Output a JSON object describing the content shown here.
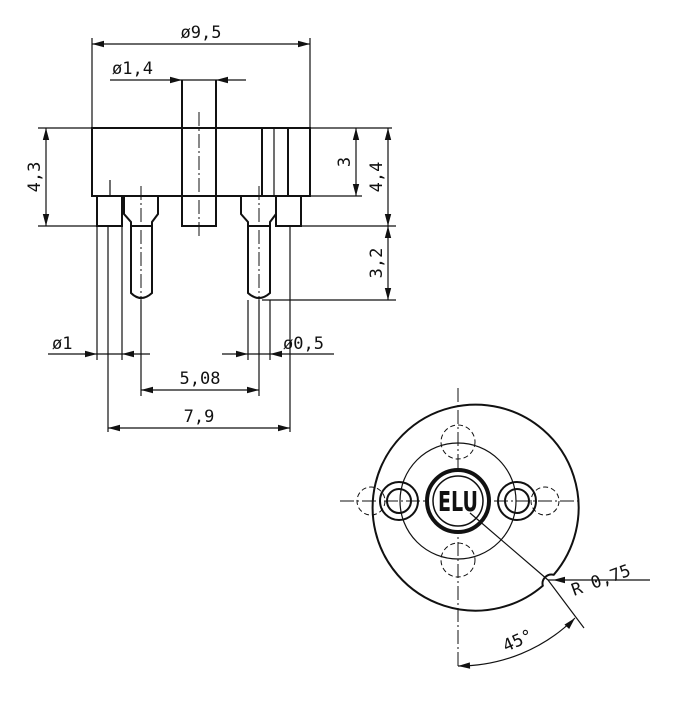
{
  "diagram": {
    "side_view": {
      "dim_overall_diameter": "ø9,5",
      "dim_center_hole_diameter": "ø1,4",
      "dim_body_height": "4,3",
      "dim_collar_height": "3",
      "dim_total_height": "4,4",
      "dim_pin_length": "3,2",
      "dim_collar_diameter": "ø1",
      "dim_pin_diameter": "ø0,5",
      "dim_pin_spacing": "5,08",
      "dim_outer_spacing": "7,9"
    },
    "top_view": {
      "logo_text": "ELU",
      "dim_notch_radius": "R 0,75",
      "dim_angle": "45°"
    }
  }
}
